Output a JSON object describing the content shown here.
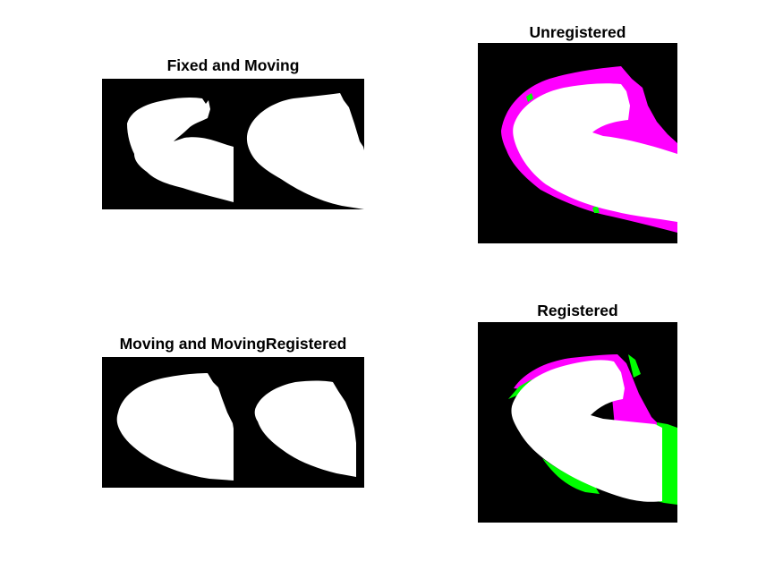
{
  "figure": {
    "panels": [
      {
        "id": "fixed-moving",
        "title": "Fixed and Moving"
      },
      {
        "id": "unregistered",
        "title": "Unregistered"
      },
      {
        "id": "moving-registered",
        "title": "Moving and MovingRegistered"
      },
      {
        "id": "registered",
        "title": "Registered"
      }
    ]
  },
  "colors": {
    "background": "#000000",
    "foreground": "#ffffff",
    "magenta": "#ff00ff",
    "green": "#00ff00"
  }
}
